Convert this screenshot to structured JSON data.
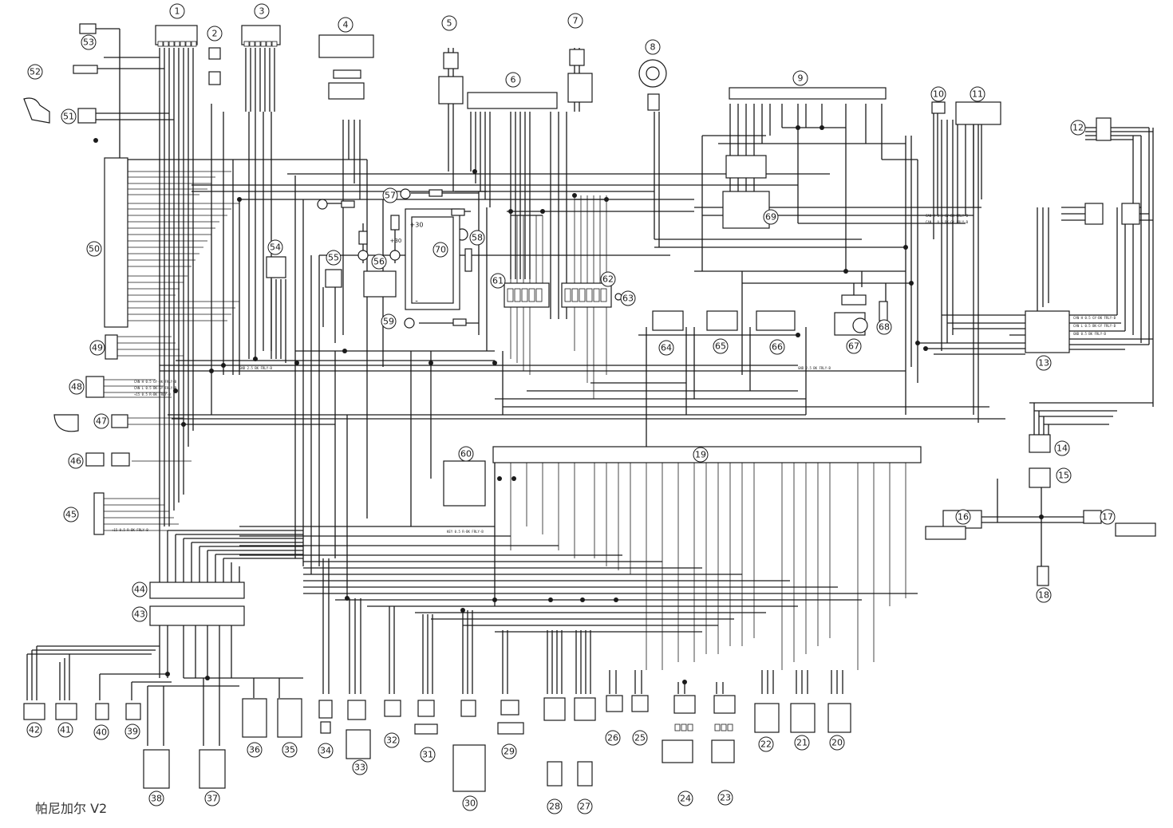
{
  "caption": "帕尼加尔 V2",
  "components": [
    {
      "id": "1",
      "label": "1"
    },
    {
      "id": "2",
      "label": "2"
    },
    {
      "id": "3",
      "label": "3"
    },
    {
      "id": "4",
      "label": "4"
    },
    {
      "id": "5",
      "label": "5"
    },
    {
      "id": "6",
      "label": "6"
    },
    {
      "id": "7",
      "label": "7"
    },
    {
      "id": "8",
      "label": "8"
    },
    {
      "id": "9",
      "label": "9"
    },
    {
      "id": "10",
      "label": "10"
    },
    {
      "id": "11",
      "label": "11"
    },
    {
      "id": "12",
      "label": "12"
    },
    {
      "id": "13",
      "label": "13"
    },
    {
      "id": "14",
      "label": "14"
    },
    {
      "id": "15",
      "label": "15"
    },
    {
      "id": "16",
      "label": "16"
    },
    {
      "id": "17",
      "label": "17"
    },
    {
      "id": "18",
      "label": "18"
    },
    {
      "id": "19",
      "label": "19"
    },
    {
      "id": "20",
      "label": "20"
    },
    {
      "id": "21",
      "label": "21"
    },
    {
      "id": "22",
      "label": "22"
    },
    {
      "id": "23",
      "label": "23"
    },
    {
      "id": "24",
      "label": "24"
    },
    {
      "id": "25",
      "label": "25"
    },
    {
      "id": "26",
      "label": "26"
    },
    {
      "id": "27",
      "label": "27"
    },
    {
      "id": "28",
      "label": "28"
    },
    {
      "id": "29",
      "label": "29"
    },
    {
      "id": "30",
      "label": "30"
    },
    {
      "id": "31",
      "label": "31"
    },
    {
      "id": "32",
      "label": "32"
    },
    {
      "id": "33",
      "label": "33"
    },
    {
      "id": "34",
      "label": "34"
    },
    {
      "id": "35",
      "label": "35"
    },
    {
      "id": "36",
      "label": "36"
    },
    {
      "id": "37",
      "label": "37"
    },
    {
      "id": "38",
      "label": "38"
    },
    {
      "id": "39",
      "label": "39"
    },
    {
      "id": "40",
      "label": "40"
    },
    {
      "id": "41",
      "label": "41"
    },
    {
      "id": "42",
      "label": "42"
    },
    {
      "id": "43",
      "label": "43"
    },
    {
      "id": "44",
      "label": "44"
    },
    {
      "id": "45",
      "label": "45"
    },
    {
      "id": "46",
      "label": "46"
    },
    {
      "id": "47",
      "label": "47"
    },
    {
      "id": "48",
      "label": "48"
    },
    {
      "id": "49",
      "label": "49"
    },
    {
      "id": "50",
      "label": "50"
    },
    {
      "id": "51",
      "label": "51"
    },
    {
      "id": "52",
      "label": "52"
    },
    {
      "id": "53",
      "label": "53"
    },
    {
      "id": "54",
      "label": "54"
    },
    {
      "id": "55",
      "label": "55"
    },
    {
      "id": "56",
      "label": "56"
    },
    {
      "id": "57",
      "label": "57"
    },
    {
      "id": "58",
      "label": "58"
    },
    {
      "id": "59",
      "label": "59"
    },
    {
      "id": "60",
      "label": "60"
    },
    {
      "id": "61",
      "label": "61"
    },
    {
      "id": "62",
      "label": "62"
    },
    {
      "id": "63",
      "label": "63"
    },
    {
      "id": "64",
      "label": "64"
    },
    {
      "id": "65",
      "label": "65"
    },
    {
      "id": "66",
      "label": "66"
    },
    {
      "id": "67",
      "label": "67"
    },
    {
      "id": "68",
      "label": "68"
    },
    {
      "id": "69",
      "label": "69"
    },
    {
      "id": "70",
      "label": "70"
    }
  ],
  "terminals": {
    "plus": "+30",
    "minus": "-"
  },
  "wire_labels": {
    "gnd": "GND 0.5 BK FRLY-B",
    "gnd_large": "GND 2.5 BK FRLY-B",
    "can_h": "CAN H 0.5 GY-BK FRLY-B",
    "can_l": "CAN L 0.5 BK-GY FRLY-B",
    "key": "KEY 0.5 R-BK FRLY-B",
    "plus15": "+15 0.5 R-BK FRLY-B"
  }
}
